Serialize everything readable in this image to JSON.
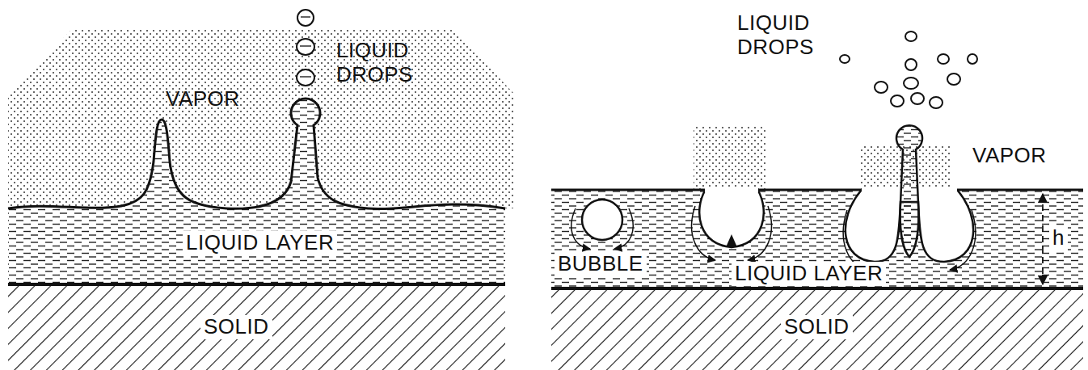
{
  "diagram": {
    "labels": [
      "VAPOR",
      "LIQUID DROPS",
      "LIQUID LAYER",
      "SOLID",
      "LIQUID DROPS",
      "VAPOR",
      "BUBBLE",
      "LIQUID LAYER",
      "h",
      "SOLID"
    ]
  }
}
